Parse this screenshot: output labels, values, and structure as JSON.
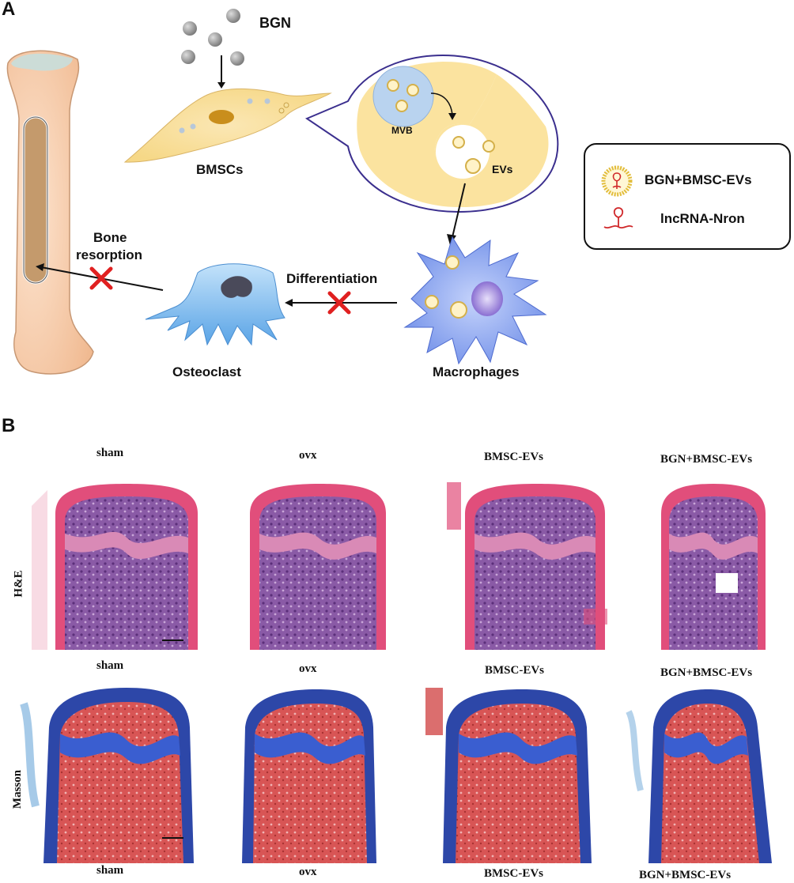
{
  "panel_a": {
    "letter": "A",
    "labels": {
      "bgn": "BGN",
      "bmscs": "BMSCs",
      "mvb": "MVB",
      "evs": "EVs",
      "bone_resorption_line1": "Bone",
      "bone_resorption_line2": "resorption",
      "differentiation": "Differentiation",
      "osteoclast": "Osteoclast",
      "macrophages": "Macrophages"
    },
    "legend": {
      "items": [
        {
          "icon": "ev-vesicle-icon",
          "label": "BGN+BMSC-EVs"
        },
        {
          "icon": "lncrna-hairpin-icon",
          "label": "lncRNA-Nron"
        }
      ]
    },
    "colors": {
      "bone": "#f7cfae",
      "marrow": "#c49a6c",
      "cell_yellow": "#f9df9a",
      "macrophage": "#8fa8ee",
      "osteoclast": "#8ec4ee",
      "inhibit_x": "#e02020",
      "mvb": "#b9d3ef"
    }
  },
  "panel_b": {
    "letter": "B",
    "columns": [
      "sham",
      "ovx",
      "BMSC-EVs",
      "BGN+BMSC-EVs"
    ],
    "row1_label": "H&E",
    "row2_label": "Masson",
    "colors": {
      "he_pink": "#e14e7b",
      "he_purple": "#7b4a94",
      "masson_red": "#d24a4a",
      "masson_blue": "#2d47a8"
    }
  }
}
